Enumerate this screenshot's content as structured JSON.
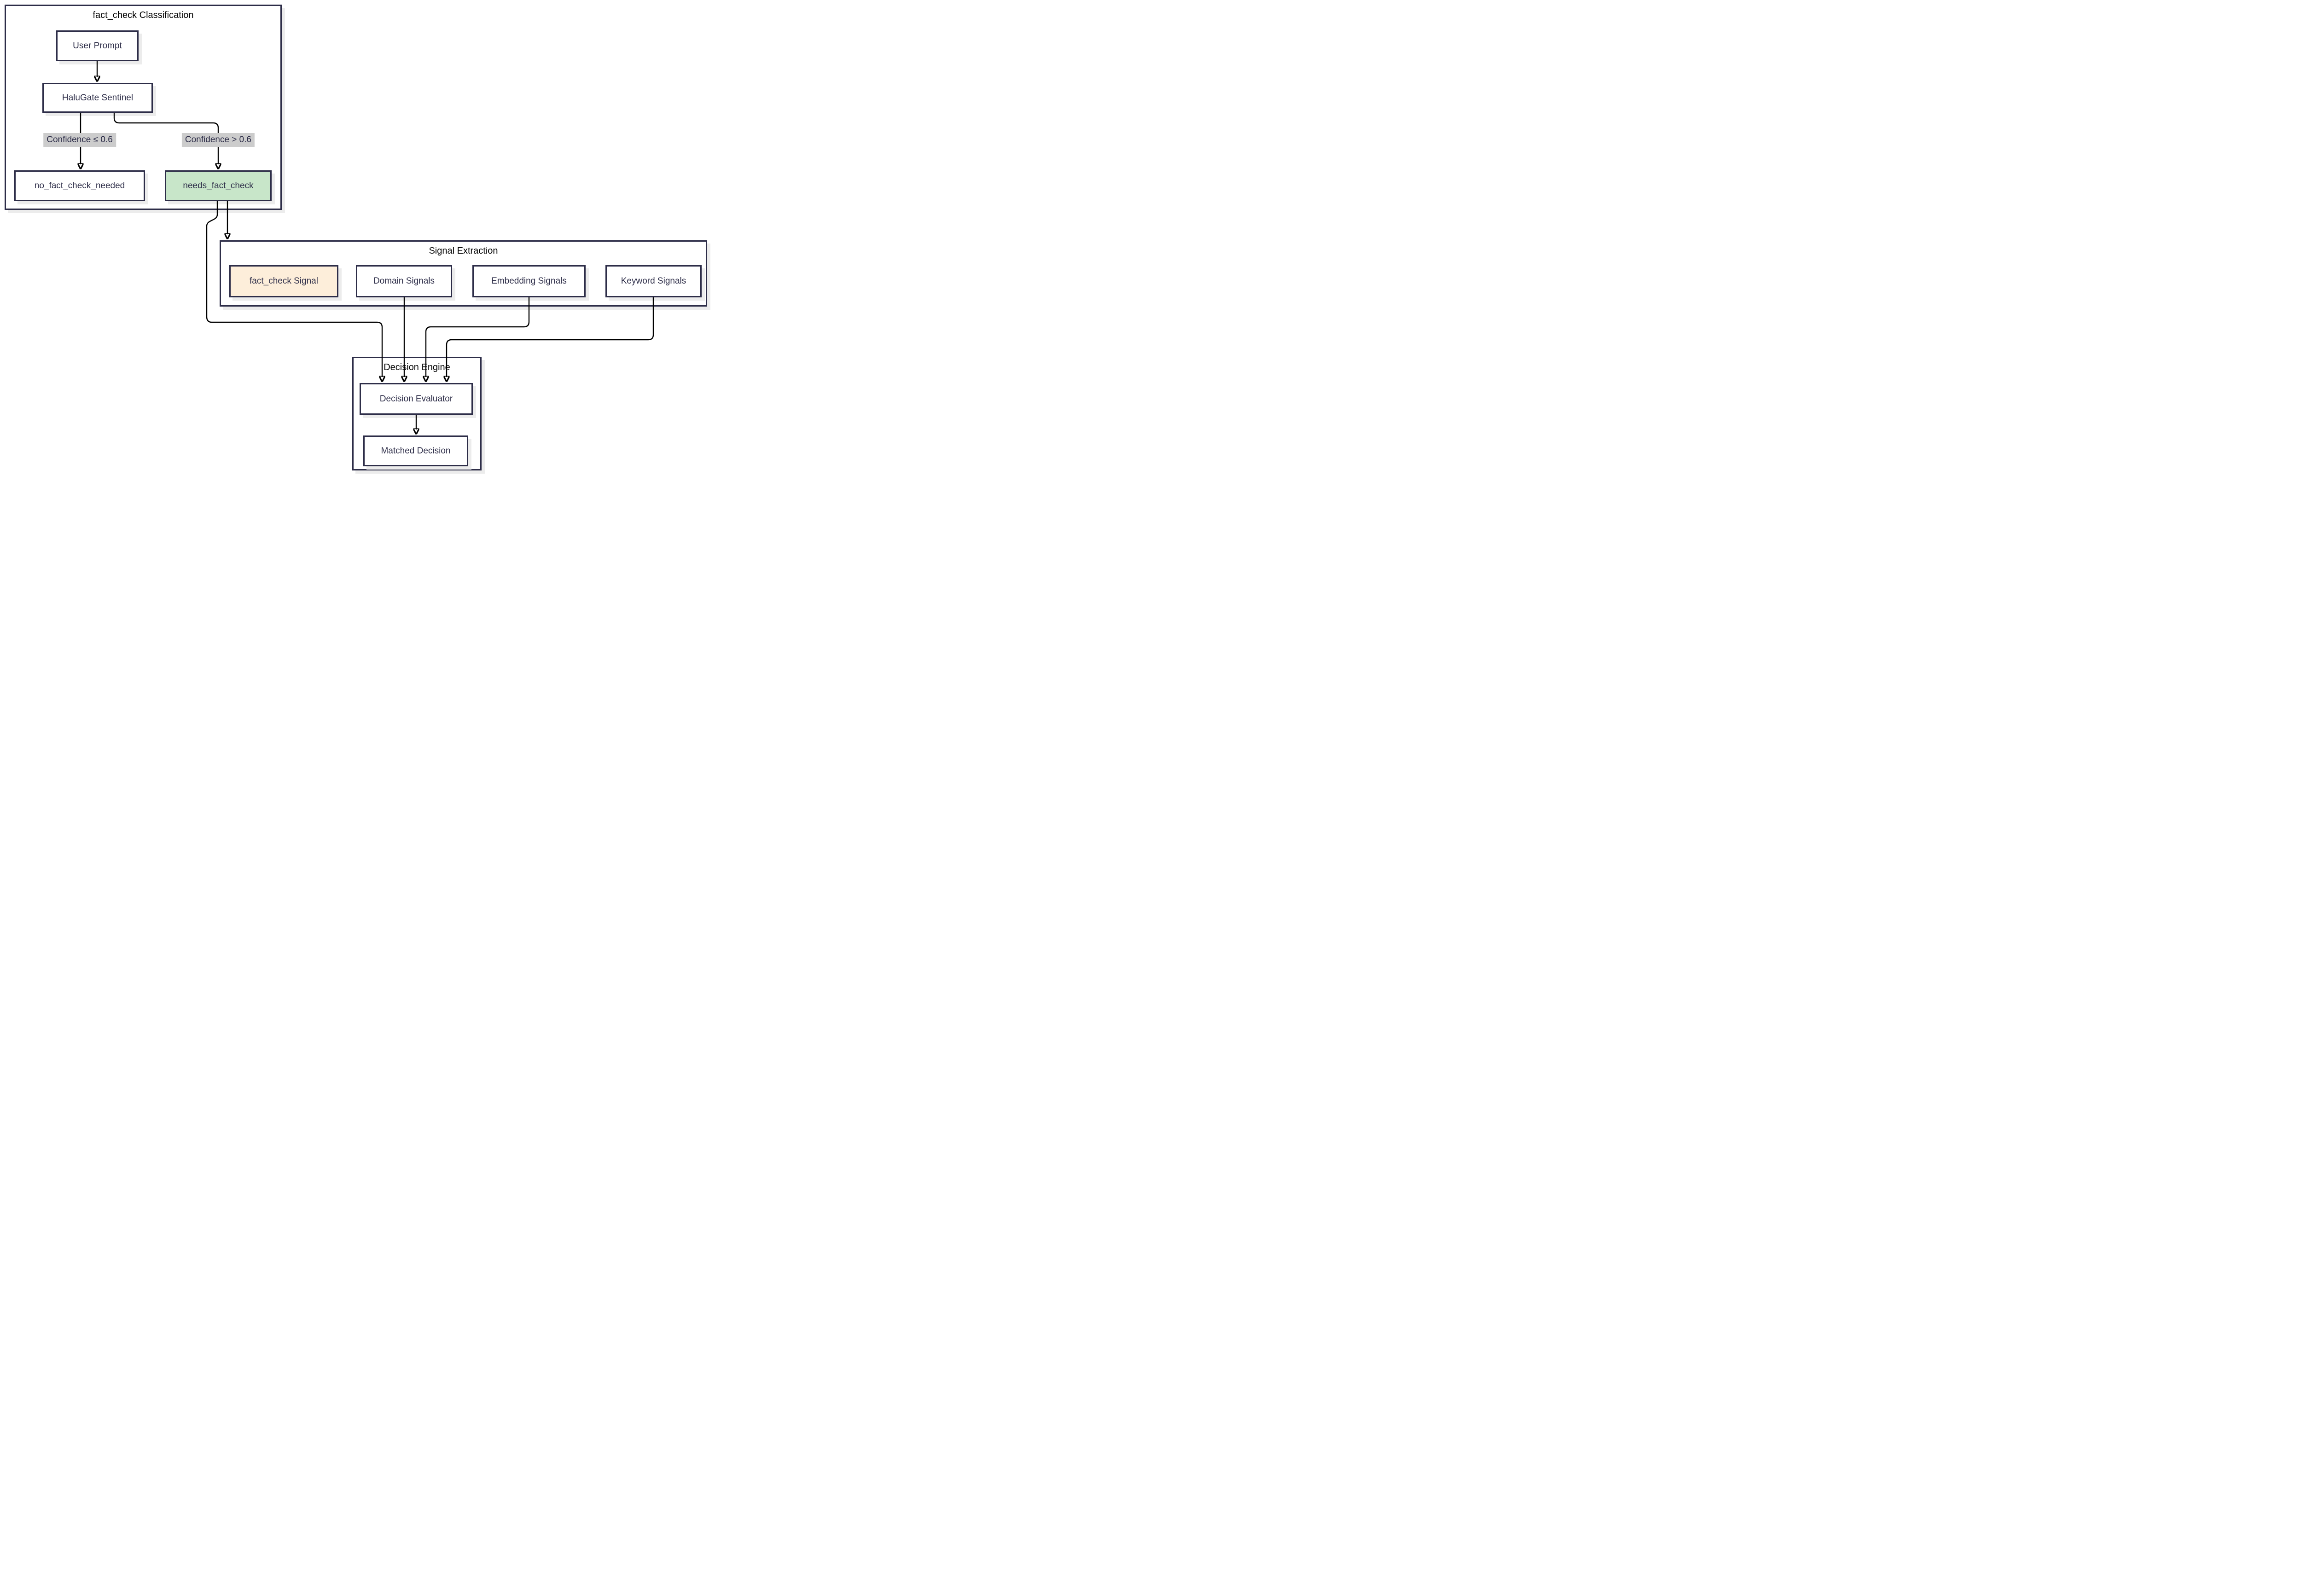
{
  "colors": {
    "bg": "#ffffff",
    "border": "#2d2d48",
    "text": "#2d2d48",
    "title-text": "#000000",
    "line": "#000000",
    "node-fill": "#ffffff",
    "green-fill": "#c8e6c9",
    "peach-fill": "#fdeeda",
    "label-bg": "#cccccc",
    "shadow": "#ececec"
  },
  "subgraphs": {
    "classification": {
      "title": "fact_check Classification"
    },
    "signal": {
      "title": "Signal Extraction"
    },
    "decision": {
      "title": "Decision Engine"
    }
  },
  "nodes": {
    "user_prompt": {
      "label": "User Prompt"
    },
    "halugate_sentinel": {
      "label": "HaluGate Sentinel"
    },
    "no_fact_check_needed": {
      "label": "no_fact_check_needed"
    },
    "needs_fact_check": {
      "label": "needs_fact_check"
    },
    "fact_check_signal": {
      "label": "fact_check Signal"
    },
    "domain_signals": {
      "label": "Domain Signals"
    },
    "embedding_signals": {
      "label": "Embedding Signals"
    },
    "keyword_signals": {
      "label": "Keyword Signals"
    },
    "decision_evaluator": {
      "label": "Decision Evaluator"
    },
    "matched_decision": {
      "label": "Matched Decision"
    }
  },
  "edge_labels": {
    "low_confidence": "Confidence ≤ 0.6",
    "high_confidence": "Confidence > 0.6"
  }
}
